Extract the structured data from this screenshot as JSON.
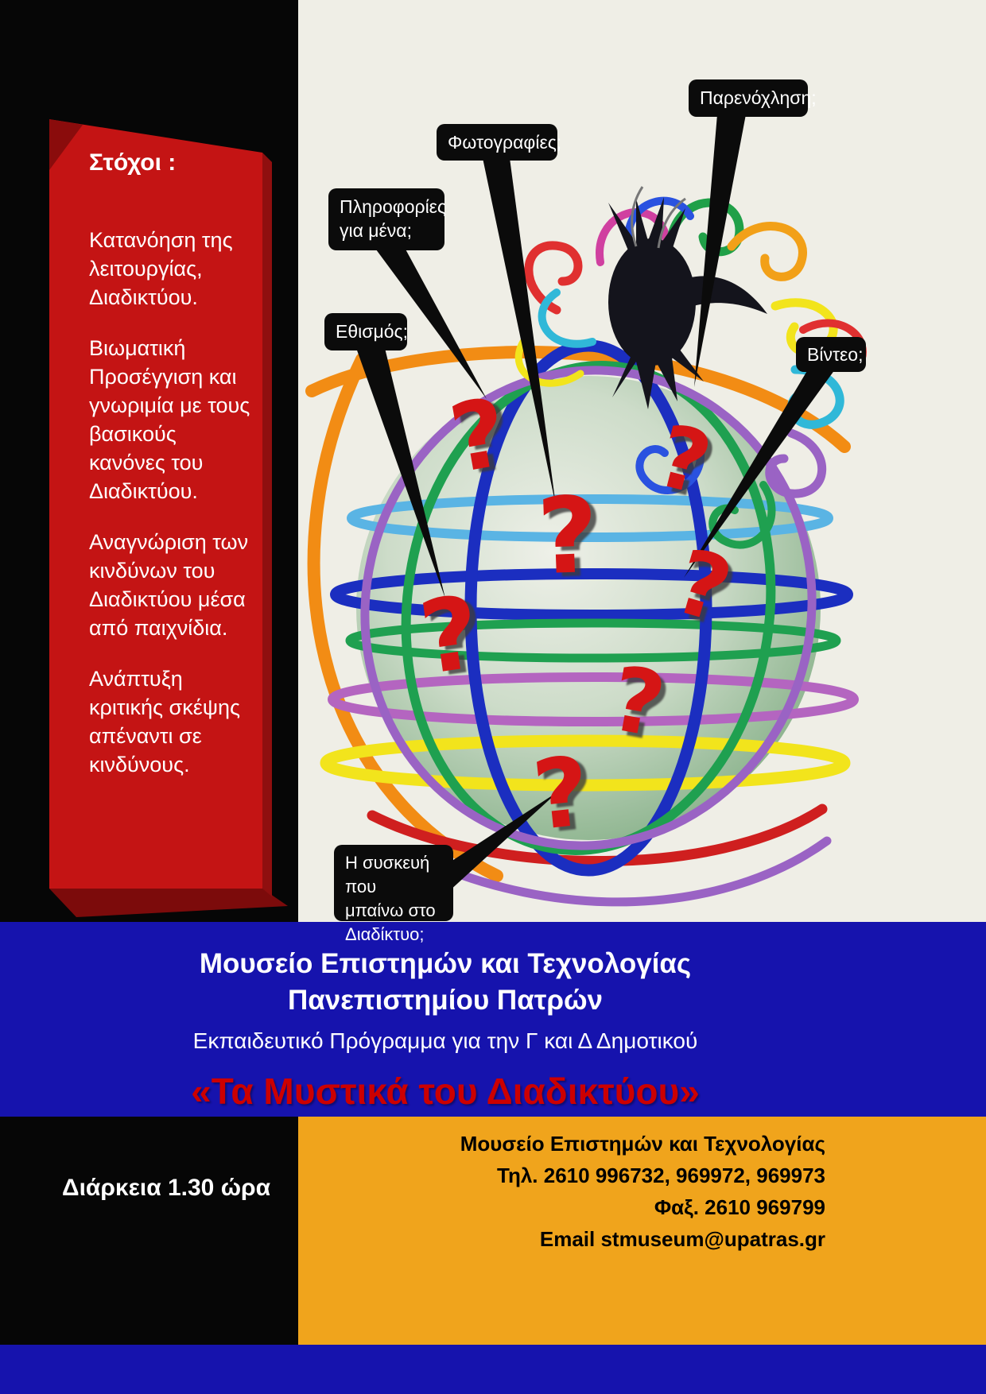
{
  "goals_panel": {
    "heading": "Στόχοι :",
    "paragraphs": [
      "Κατανόηση της λειτουργίας, Διαδικτύου.",
      "Βιωματική Προσέγγιση και γνωριμία με τους βασικούς κανόνες του Διαδικτύου.",
      "Αναγνώριση των  κινδύνων του Διαδικτύου μέσα από παιχνίδια.",
      "Ανάπτυξη κριτικής σκέψης απέναντι σε κινδύνους."
    ]
  },
  "callouts": {
    "harassment": "Παρενόχληση;",
    "photos": "Φωτογραφίες;",
    "info_line1": "Πληροφορίες",
    "info_line2": "για μένα;",
    "addiction": "Εθισμός;",
    "video": "Βίντεο;",
    "device_line1": "Η συσκευή που",
    "device_line2": "μπαίνω  στο",
    "device_line3": "Διαδίκτυο;"
  },
  "globe": {
    "question_mark": "?"
  },
  "banner": {
    "museum_line1": "Μουσείο  Επιστημών και Τεχνολογίας",
    "museum_line2": "Πανεπιστημίου Πατρών",
    "program": "Εκπαιδευτικό Πρόγραμμα για την Γ και Δ Δημοτικού",
    "title": "«Τα Μυστικά του Διαδικτύου»"
  },
  "footer": {
    "duration": "Διάρκεια  1.30 ώρα",
    "contact_name": "Μουσείο Επιστημών και Τεχνολογίας",
    "phone": "Τηλ. 2610 996732, 969972, 969973",
    "fax": "Φαξ. 2610 969799",
    "email": "Email stmuseum@upatras.gr"
  },
  "colors": {
    "blue_band": "#1613ad",
    "orange_block": "#f0a41c",
    "red_banner": "#c41414",
    "title_red": "#cc0000",
    "cream_background": "#efeee6",
    "question_mark_red": "#d51515"
  }
}
